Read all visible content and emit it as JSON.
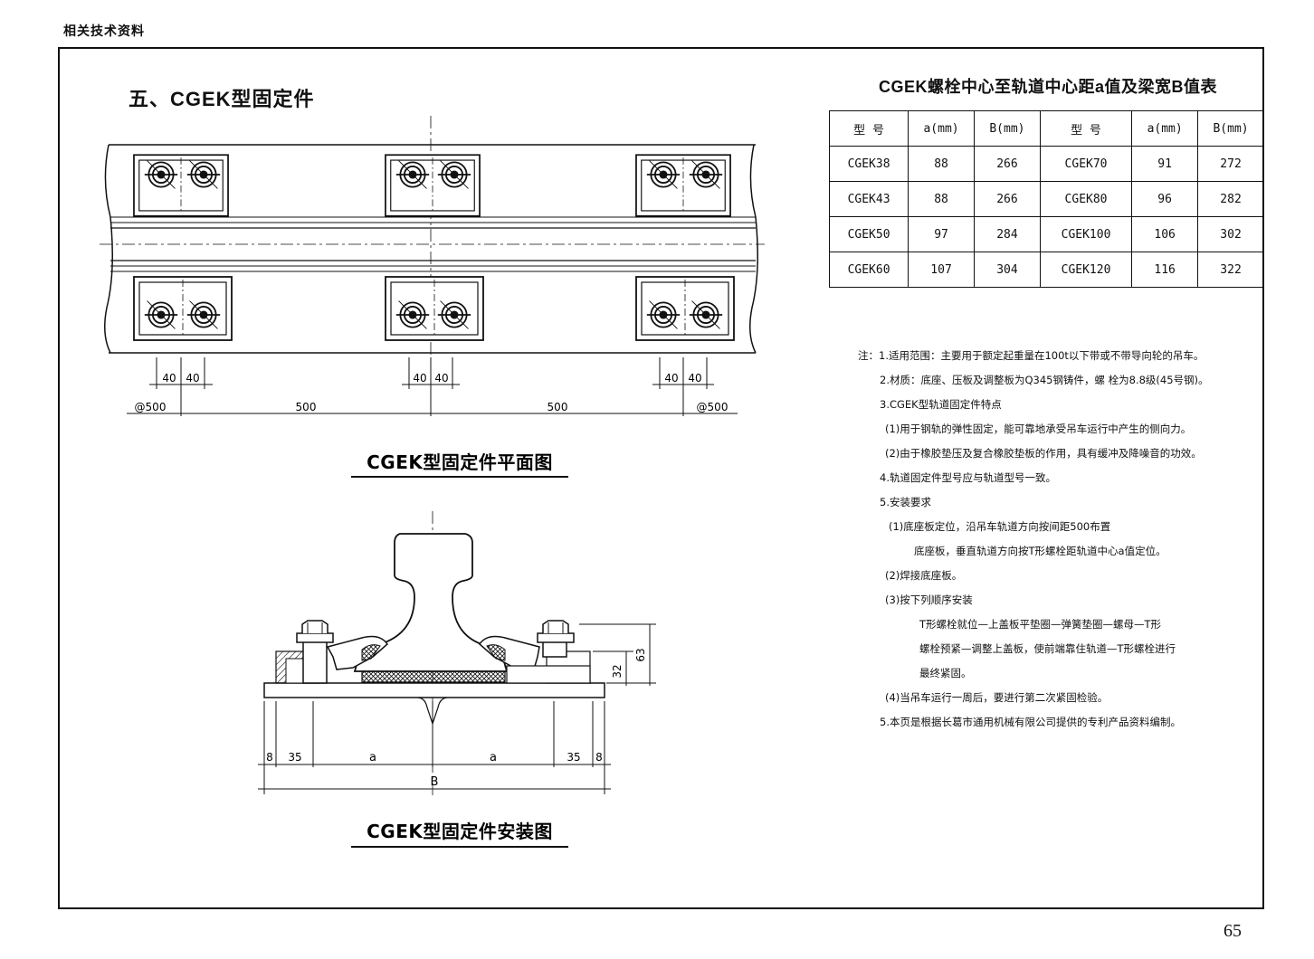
{
  "header": {
    "label": "相关技术资料"
  },
  "section": {
    "title": "五、CGEK型固定件"
  },
  "table": {
    "title": "CGEK螺栓中心至轨道中心距a值及梁宽B值表",
    "headers": [
      "型 号",
      "a(mm)",
      "B(mm)",
      "型 号",
      "a(mm)",
      "B(mm)"
    ],
    "rows": [
      [
        "CGEK38",
        "88",
        "266",
        "CGEK70",
        "91",
        "272"
      ],
      [
        "CGEK43",
        "88",
        "266",
        "CGEK80",
        "96",
        "282"
      ],
      [
        "CGEK50",
        "97",
        "284",
        "CGEK100",
        "106",
        "302"
      ],
      [
        "CGEK60",
        "107",
        "304",
        "CGEK120",
        "116",
        "322"
      ]
    ]
  },
  "plan": {
    "caption": "CGEK型固定件平面图",
    "dims": {
      "d40": "40",
      "left_spacing": "@500",
      "span": "500",
      "right_spacing": "@500"
    }
  },
  "install": {
    "caption": "CGEK型固定件安装图",
    "dims": {
      "d8": "8",
      "d35": "35",
      "a": "a",
      "B": "B",
      "d32": "32",
      "d63": "63"
    }
  },
  "notes": {
    "prefix": "注：",
    "lines": [
      "1.适用范围：主要用于额定起重量在100t以下带或不带导向轮的吊车。",
      "2.材质：底座、压板及调整板为Q345钢铸件，螺 栓为8.8级(45号钢)。",
      "3.CGEK型轨道固定件特点",
      "(1)用于钢轨的弹性固定，能可靠地承受吊车运行中产生的侧向力。",
      "(2)由于橡胶垫压及复合橡胶垫板的作用，具有缓冲及降噪音的功效。",
      "4.轨道固定件型号应与轨道型号一致。",
      "5.安装要求",
      "(1)底座板定位，沿吊车轨道方向按间距500布置",
      "底座板，垂直轨道方向按T形螺栓距轨道中心a值定位。",
      "(2)焊接底座板。",
      "(3)按下列顺序安装",
      "T形螺栓就位—上盖板平垫圈—弹簧垫圈—螺母—T形",
      "螺栓预紧—调整上盖板，使前端靠住轨道—T形螺栓进行",
      "最终紧固。",
      "(4)当吊车运行一周后，要进行第二次紧固检验。",
      "5.本页是根据长葛市通用机械有限公司提供的专利产品资料编制。"
    ]
  },
  "page": {
    "number": "65"
  }
}
